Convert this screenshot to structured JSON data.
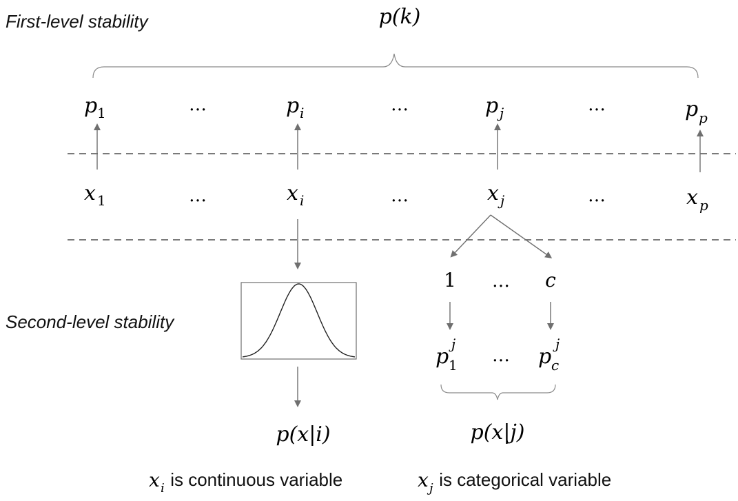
{
  "titles": {
    "first_level": "First-level stability",
    "second_level": "Second-level stability"
  },
  "top": {
    "pk": "p(k)",
    "p1_base": "p",
    "p1_sub": "1",
    "pi_base": "p",
    "pi_sub": "i",
    "pj_base": "p",
    "pj_sub": "j",
    "pp_base": "p",
    "pp_sub": "p",
    "dots": "…"
  },
  "vars": {
    "x1_base": "x",
    "x1_sub": "1",
    "xi_base": "x",
    "xi_sub": "i",
    "xj_base": "x",
    "xj_sub": "j",
    "xp_base": "x",
    "xp_sub": "p"
  },
  "categorical": {
    "first": "1",
    "dots": "…",
    "last": "c",
    "p1_base": "p",
    "p1_sub": "1",
    "p1_sup": "j",
    "pc_base": "p",
    "pc_sub": "c",
    "pc_sup": "j",
    "pxj": "p(x|j)"
  },
  "continuous": {
    "pxi": "p(x|i)"
  },
  "captions": {
    "xi_base": "x",
    "xi_sub": "i",
    "xi_text": " is continuous variable",
    "xj_base": "x",
    "xj_sub": "j",
    "xj_text": " is categorical variable"
  },
  "colors": {
    "lines": "#6f6f6f",
    "dashes": "#7a7a7a"
  }
}
